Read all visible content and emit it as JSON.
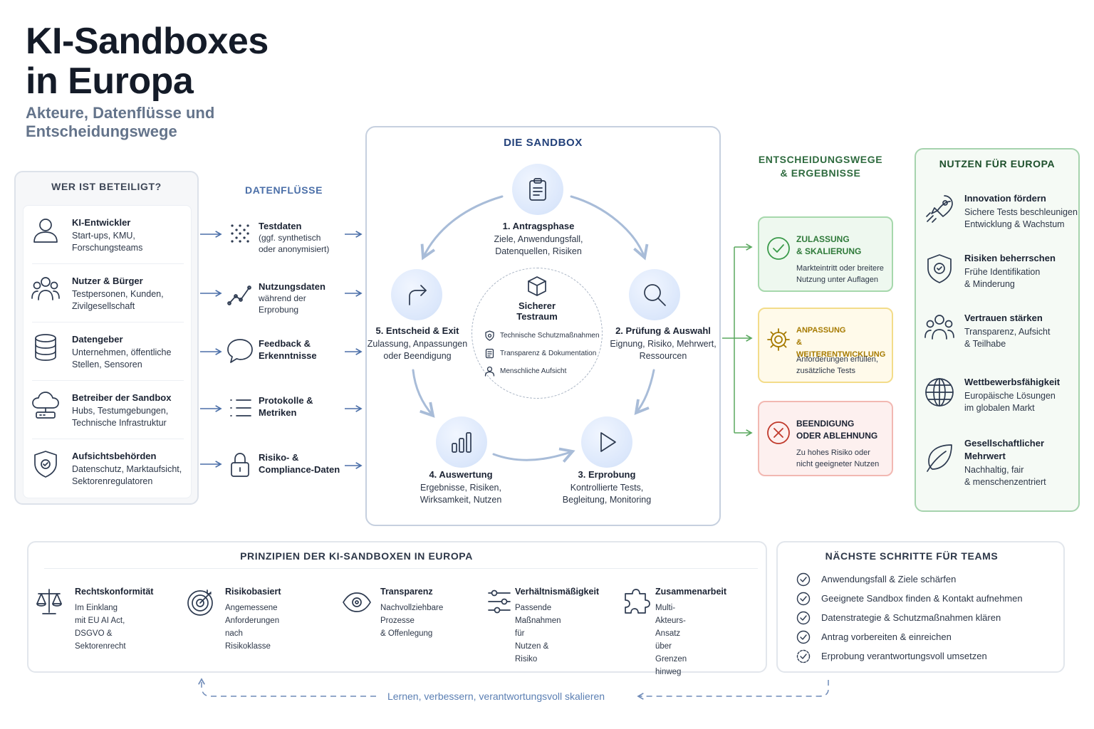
{
  "title": "KI-Sandboxes\nin Europa",
  "subtitle": "Akteure, Datenflüsse und\nEntscheidungswege",
  "actors": {
    "heading": "WER IST BETEILIGT?",
    "items": [
      {
        "icon": "person-icon",
        "title": "KI-Entwickler",
        "desc": "Start-ups, KMU,\nForschungsteams"
      },
      {
        "icon": "group-icon",
        "title": "Nutzer & Bürger",
        "desc": "Testpersonen, Kunden,\nZivilgesellschaft"
      },
      {
        "icon": "database-icon",
        "title": "Datengeber",
        "desc": "Unternehmen, öffentliche\nStellen, Sensoren"
      },
      {
        "icon": "cloud-server-icon",
        "title": "Betreiber der Sandbox",
        "desc": "Hubs, Testumgebungen,\nTechnische Infrastruktur"
      },
      {
        "icon": "shield-icon",
        "title": "Aufsichtsbehörden",
        "desc": "Datenschutz, Marktaufsicht,\nSektorenregulatoren"
      }
    ]
  },
  "flows": {
    "heading": "DATENFLÜSSE",
    "items": [
      {
        "icon": "dots-grid-icon",
        "title": "Testdaten",
        "desc": "(ggf. synthetisch\noder anonymisiert)"
      },
      {
        "icon": "trend-line-icon",
        "title": "Nutzungsdaten",
        "desc": "während der\nErprobung"
      },
      {
        "icon": "speech-bubble-icon",
        "title": "Feedback &\nErkenntnisse",
        "desc": ""
      },
      {
        "icon": "list-icon",
        "title": "Protokolle &\nMetriken",
        "desc": ""
      },
      {
        "icon": "lock-icon",
        "title": "Risiko- &\nCompliance-Daten",
        "desc": ""
      }
    ]
  },
  "sandbox": {
    "heading": "DIE SANDBOX",
    "phases": [
      {
        "icon": "clipboard-icon",
        "title": "1. Antragsphase",
        "desc": "Ziele, Anwendungsfall,\nDatenquellen, Risiken"
      },
      {
        "icon": "magnifier-icon",
        "title": "2. Prüfung & Auswahl",
        "desc": "Eignung, Risiko, Mehrwert,\nRessourcen"
      },
      {
        "icon": "play-icon",
        "title": "3. Erprobung",
        "desc": "Kontrollierte Tests,\nBegleitung, Monitoring"
      },
      {
        "icon": "bar-chart-icon",
        "title": "4. Auswertung",
        "desc": "Ergebnisse, Risiken,\nWirksamkeit, Nutzen"
      },
      {
        "icon": "share-arrow-icon",
        "title": "5. Entscheid & Exit",
        "desc": "Zulassung, Anpassungen\noder Beendigung"
      }
    ],
    "center": {
      "icon": "cube-icon",
      "title": "Sicherer\nTestraum",
      "safeguards": [
        {
          "icon": "shield-small-icon",
          "label": "Technische Schutzmaßnahmen"
        },
        {
          "icon": "document-icon",
          "label": "Transparenz & Dokumentation"
        },
        {
          "icon": "person-small-icon",
          "label": "Menschliche Aufsicht"
        }
      ]
    }
  },
  "outcomes": {
    "heading": "ENTSCHEIDUNGSWEGE\n& ERGEBNISSE",
    "items": [
      {
        "icon": "check-circle-icon",
        "title": "ZULASSUNG\n& SKALIERUNG",
        "desc": "Markteintritt oder breitere\nNutzung unter Auflagen",
        "color": "#3a9a4a",
        "bg": "#eef8ef",
        "border": "#a6d8ac"
      },
      {
        "icon": "gear-icon",
        "title": "ANPASSUNG\n& WEITERENTWICKLUNG",
        "desc": "Anforderungen erfüllen,\nzusätzliche Tests",
        "color": "#a67a00",
        "bg": "#fffaea",
        "border": "#f3dc8a"
      },
      {
        "icon": "x-circle-icon",
        "title": "BEENDIGUNG\nODER ABLEHNUNG",
        "desc": "Zu hohes Risiko oder\nnicht geeigneter Nutzen",
        "color": "#c0392b",
        "bg": "#fdf0ef",
        "border": "#f2b8b2"
      }
    ]
  },
  "benefits": {
    "heading": "NUTZEN FÜR EUROPA",
    "items": [
      {
        "icon": "rocket-icon",
        "title": "Innovation fördern",
        "desc": "Sichere Tests beschleunigen\nEntwicklung & Wachstum"
      },
      {
        "icon": "shield-check-icon",
        "title": "Risiken beherrschen",
        "desc": "Frühe Identifikation\n& Minderung"
      },
      {
        "icon": "people-icon",
        "title": "Vertrauen stärken",
        "desc": "Transparenz, Aufsicht\n& Teilhabe"
      },
      {
        "icon": "globe-icon",
        "title": "Wettbewerbsfähigkeit",
        "desc": "Europäische Lösungen\nim globalen Markt"
      },
      {
        "icon": "leaf-icon",
        "title": "Gesellschaftlicher\nMehrwert",
        "desc": "Nachhaltig, fair\n& menschenzentriert"
      }
    ]
  },
  "principles": {
    "heading": "PRINZIPIEN DER KI-SANDBOXEN IN EUROPA",
    "items": [
      {
        "icon": "scales-icon",
        "title": "Rechtskonformität",
        "desc": "Im Einklang mit EU AI Act,\nDSGVO & Sektorenrecht"
      },
      {
        "icon": "target-icon",
        "title": "Risikobasiert",
        "desc": "Angemessene Anforderungen\nnach Risikoklasse"
      },
      {
        "icon": "eye-icon",
        "title": "Transparenz",
        "desc": "Nachvollziehbare Prozesse\n& Offenlegung"
      },
      {
        "icon": "sliders-icon",
        "title": "Verhältnismäßigkeit",
        "desc": "Passende Maßnahmen für\nNutzen & Risiko"
      },
      {
        "icon": "puzzle-icon",
        "title": "Zusammenarbeit",
        "desc": "Multi-Akteurs-Ansatz\nüber Grenzen hinweg"
      }
    ]
  },
  "next_steps": {
    "heading": "NÄCHSTE SCHRITTE FÜR TEAMS",
    "items": [
      {
        "icon": "check-icon",
        "label": "Anwendungsfall & Ziele schärfen"
      },
      {
        "icon": "check-icon",
        "label": "Geeignete Sandbox finden & Kontakt aufnehmen"
      },
      {
        "icon": "check-icon",
        "label": "Datenstrategie & Schutzmaßnahmen klären"
      },
      {
        "icon": "check-icon",
        "label": "Antrag vorbereiten & einreichen"
      },
      {
        "icon": "check-dashed-icon",
        "label": "Erprobung verantwortungsvoll umsetzen"
      }
    ]
  },
  "loop_label": "Lernen, verbessern, verantwortungsvoll skalieren",
  "colors": {
    "sandbox_blue": "#23417a",
    "arrow_blue": "#4b6fa8",
    "green": "#3a9a4a",
    "yellow": "#a67a00",
    "red": "#c0392b"
  }
}
